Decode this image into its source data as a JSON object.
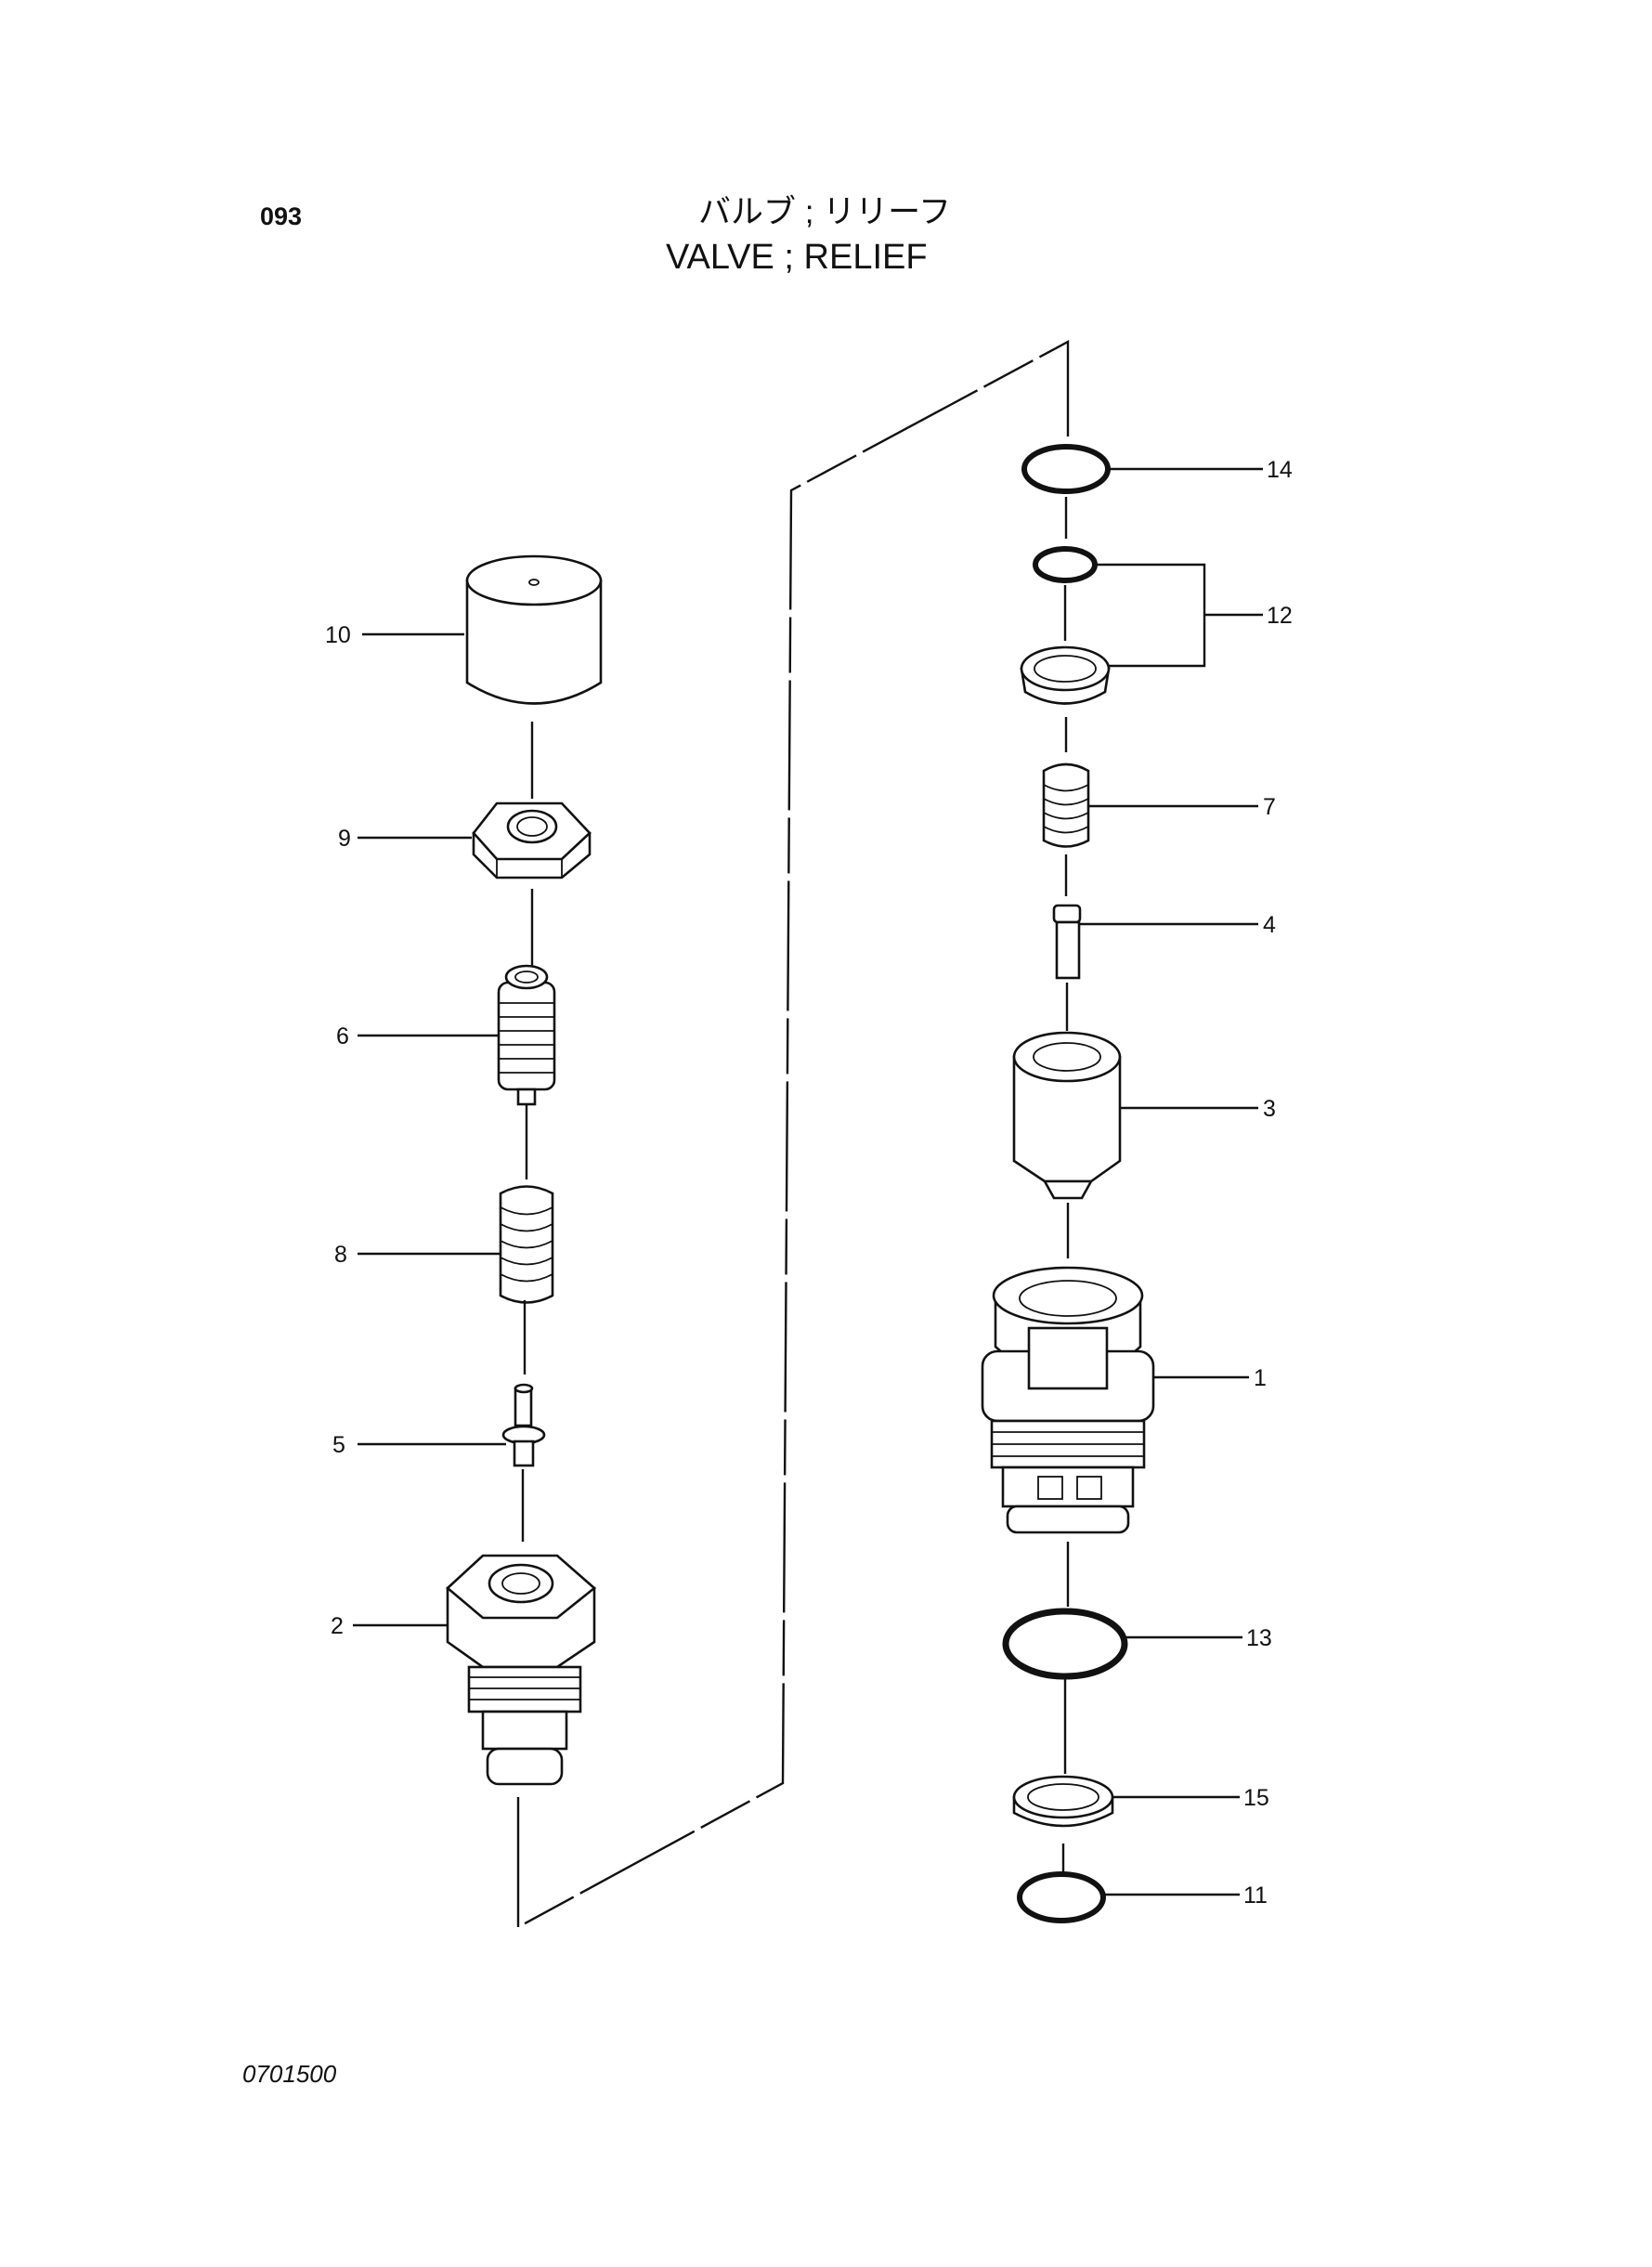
{
  "header": {
    "page_number": "093",
    "title_jp": "バルブ ; リリーフ",
    "title_en": "VALVE ; RELIEF"
  },
  "footer": {
    "drawing_number": "0701500"
  },
  "parts": [
    {
      "ref": "1",
      "label": "1"
    },
    {
      "ref": "2",
      "label": "2"
    },
    {
      "ref": "3",
      "label": "3"
    },
    {
      "ref": "4",
      "label": "4"
    },
    {
      "ref": "5",
      "label": "5"
    },
    {
      "ref": "6",
      "label": "6"
    },
    {
      "ref": "7",
      "label": "7"
    },
    {
      "ref": "8",
      "label": "8"
    },
    {
      "ref": "9",
      "label": "9"
    },
    {
      "ref": "10",
      "label": "10"
    },
    {
      "ref": "11",
      "label": "11"
    },
    {
      "ref": "12",
      "label": "12"
    },
    {
      "ref": "13",
      "label": "13"
    },
    {
      "ref": "14",
      "label": "14"
    },
    {
      "ref": "15",
      "label": "15"
    }
  ]
}
